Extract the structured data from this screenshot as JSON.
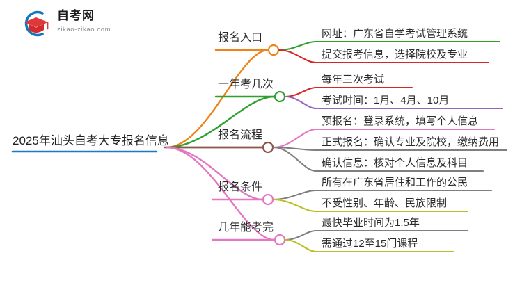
{
  "logo": {
    "title": "自考网",
    "subtitle": "zikao-zikao.com",
    "mark_icon": "graduation-cap-icon",
    "arc_color": "#1278be",
    "cap_color": "#e0373a"
  },
  "mindmap": {
    "root": {
      "label": "2025年汕头自考大专报名信息",
      "color": "#1f78c1"
    },
    "branches": [
      {
        "label": "报名入口",
        "color": "#ef8218",
        "children": [
          {
            "label": "网址：广东省自学考试管理系统",
            "color": "#2ea02e"
          },
          {
            "label": "提交报考信息，选择院校及专业",
            "color": "#d62728"
          }
        ]
      },
      {
        "label": "一年考几次",
        "color": "#2ea02e",
        "children": [
          {
            "label": "每年三次考试",
            "color": "#d62728"
          },
          {
            "label": "考试时间：1月、4月、10月",
            "color": "#9467bd"
          }
        ]
      },
      {
        "label": "报名流程",
        "color": "#8c564b",
        "children": [
          {
            "label": "预报名：登录系统，填写个人信息",
            "color": "#e377c2"
          },
          {
            "label": "正式报名：确认专业及院校，缴纳费用",
            "color": "#7f7f7f"
          },
          {
            "label": "确认信息：核对个人信息及科目",
            "color": "#7f7f7f"
          }
        ]
      },
      {
        "label": "报名条件",
        "color": "#e377c2",
        "children": [
          {
            "label": "所有在广东省居住和工作的公民",
            "color": "#7f7f7f"
          },
          {
            "label": "不受性别、年龄、民族限制",
            "color": "#bcbd22"
          }
        ]
      },
      {
        "label": "几年能考完",
        "color": "#e377c2",
        "children": [
          {
            "label": "最快毕业时间为1.5年",
            "color": "#7f7f7f"
          },
          {
            "label": "需通过12至15门课程",
            "color": "#bcbd22"
          }
        ]
      }
    ]
  }
}
